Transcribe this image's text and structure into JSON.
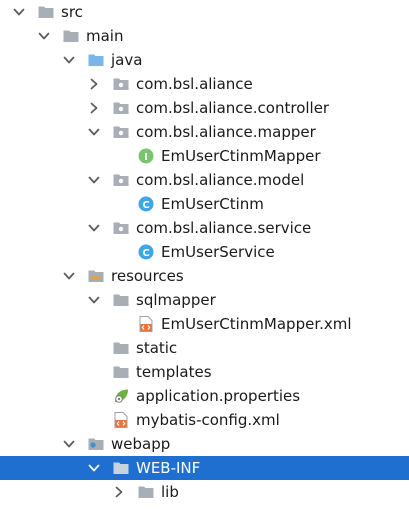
{
  "colors": {
    "selection_background": "#1f6fd0",
    "folder_gray": "#a7aeb6",
    "folder_source_blue": "#7ab6e6",
    "class_badge": "#40a6e4",
    "interface_badge": "#7ac470",
    "xml_file_orange": "#e8743b",
    "spring_leaf_green": "#6db33f"
  },
  "tree": {
    "items": [
      {
        "label": "src",
        "icon": "folder-icon",
        "chevron": "down"
      },
      {
        "label": "main",
        "icon": "folder-icon",
        "chevron": "down"
      },
      {
        "label": "java",
        "icon": "source-folder-icon",
        "chevron": "down"
      },
      {
        "label": "com.bsl.aliance",
        "icon": "package-icon",
        "chevron": "right"
      },
      {
        "label": "com.bsl.aliance.controller",
        "icon": "package-icon",
        "chevron": "right"
      },
      {
        "label": "com.bsl.aliance.mapper",
        "icon": "package-icon",
        "chevron": "down"
      },
      {
        "label": "EmUserCtinmMapper",
        "icon": "interface-icon",
        "badge": "I",
        "chevron": "none"
      },
      {
        "label": "com.bsl.aliance.model",
        "icon": "package-icon",
        "chevron": "down"
      },
      {
        "label": "EmUserCtinm",
        "icon": "class-icon",
        "badge": "C",
        "chevron": "none"
      },
      {
        "label": "com.bsl.aliance.service",
        "icon": "package-icon",
        "chevron": "down"
      },
      {
        "label": "EmUserService",
        "icon": "class-icon",
        "badge": "C",
        "chevron": "none"
      },
      {
        "label": "resources",
        "icon": "resources-folder-icon",
        "chevron": "down"
      },
      {
        "label": "sqlmapper",
        "icon": "folder-icon",
        "chevron": "down"
      },
      {
        "label": "EmUserCtinmMapper.xml",
        "icon": "xml-file-icon",
        "chevron": "none"
      },
      {
        "label": "static",
        "icon": "folder-icon",
        "chevron": "none"
      },
      {
        "label": "templates",
        "icon": "folder-icon",
        "chevron": "none"
      },
      {
        "label": "application.properties",
        "icon": "spring-properties-icon",
        "chevron": "none"
      },
      {
        "label": "mybatis-config.xml",
        "icon": "xml-file-icon",
        "chevron": "none"
      },
      {
        "label": "webapp",
        "icon": "web-folder-icon",
        "chevron": "down"
      },
      {
        "label": "WEB-INF",
        "icon": "folder-icon",
        "chevron": "down",
        "selected": true
      },
      {
        "label": "lib",
        "icon": "folder-icon",
        "chevron": "right"
      }
    ]
  }
}
